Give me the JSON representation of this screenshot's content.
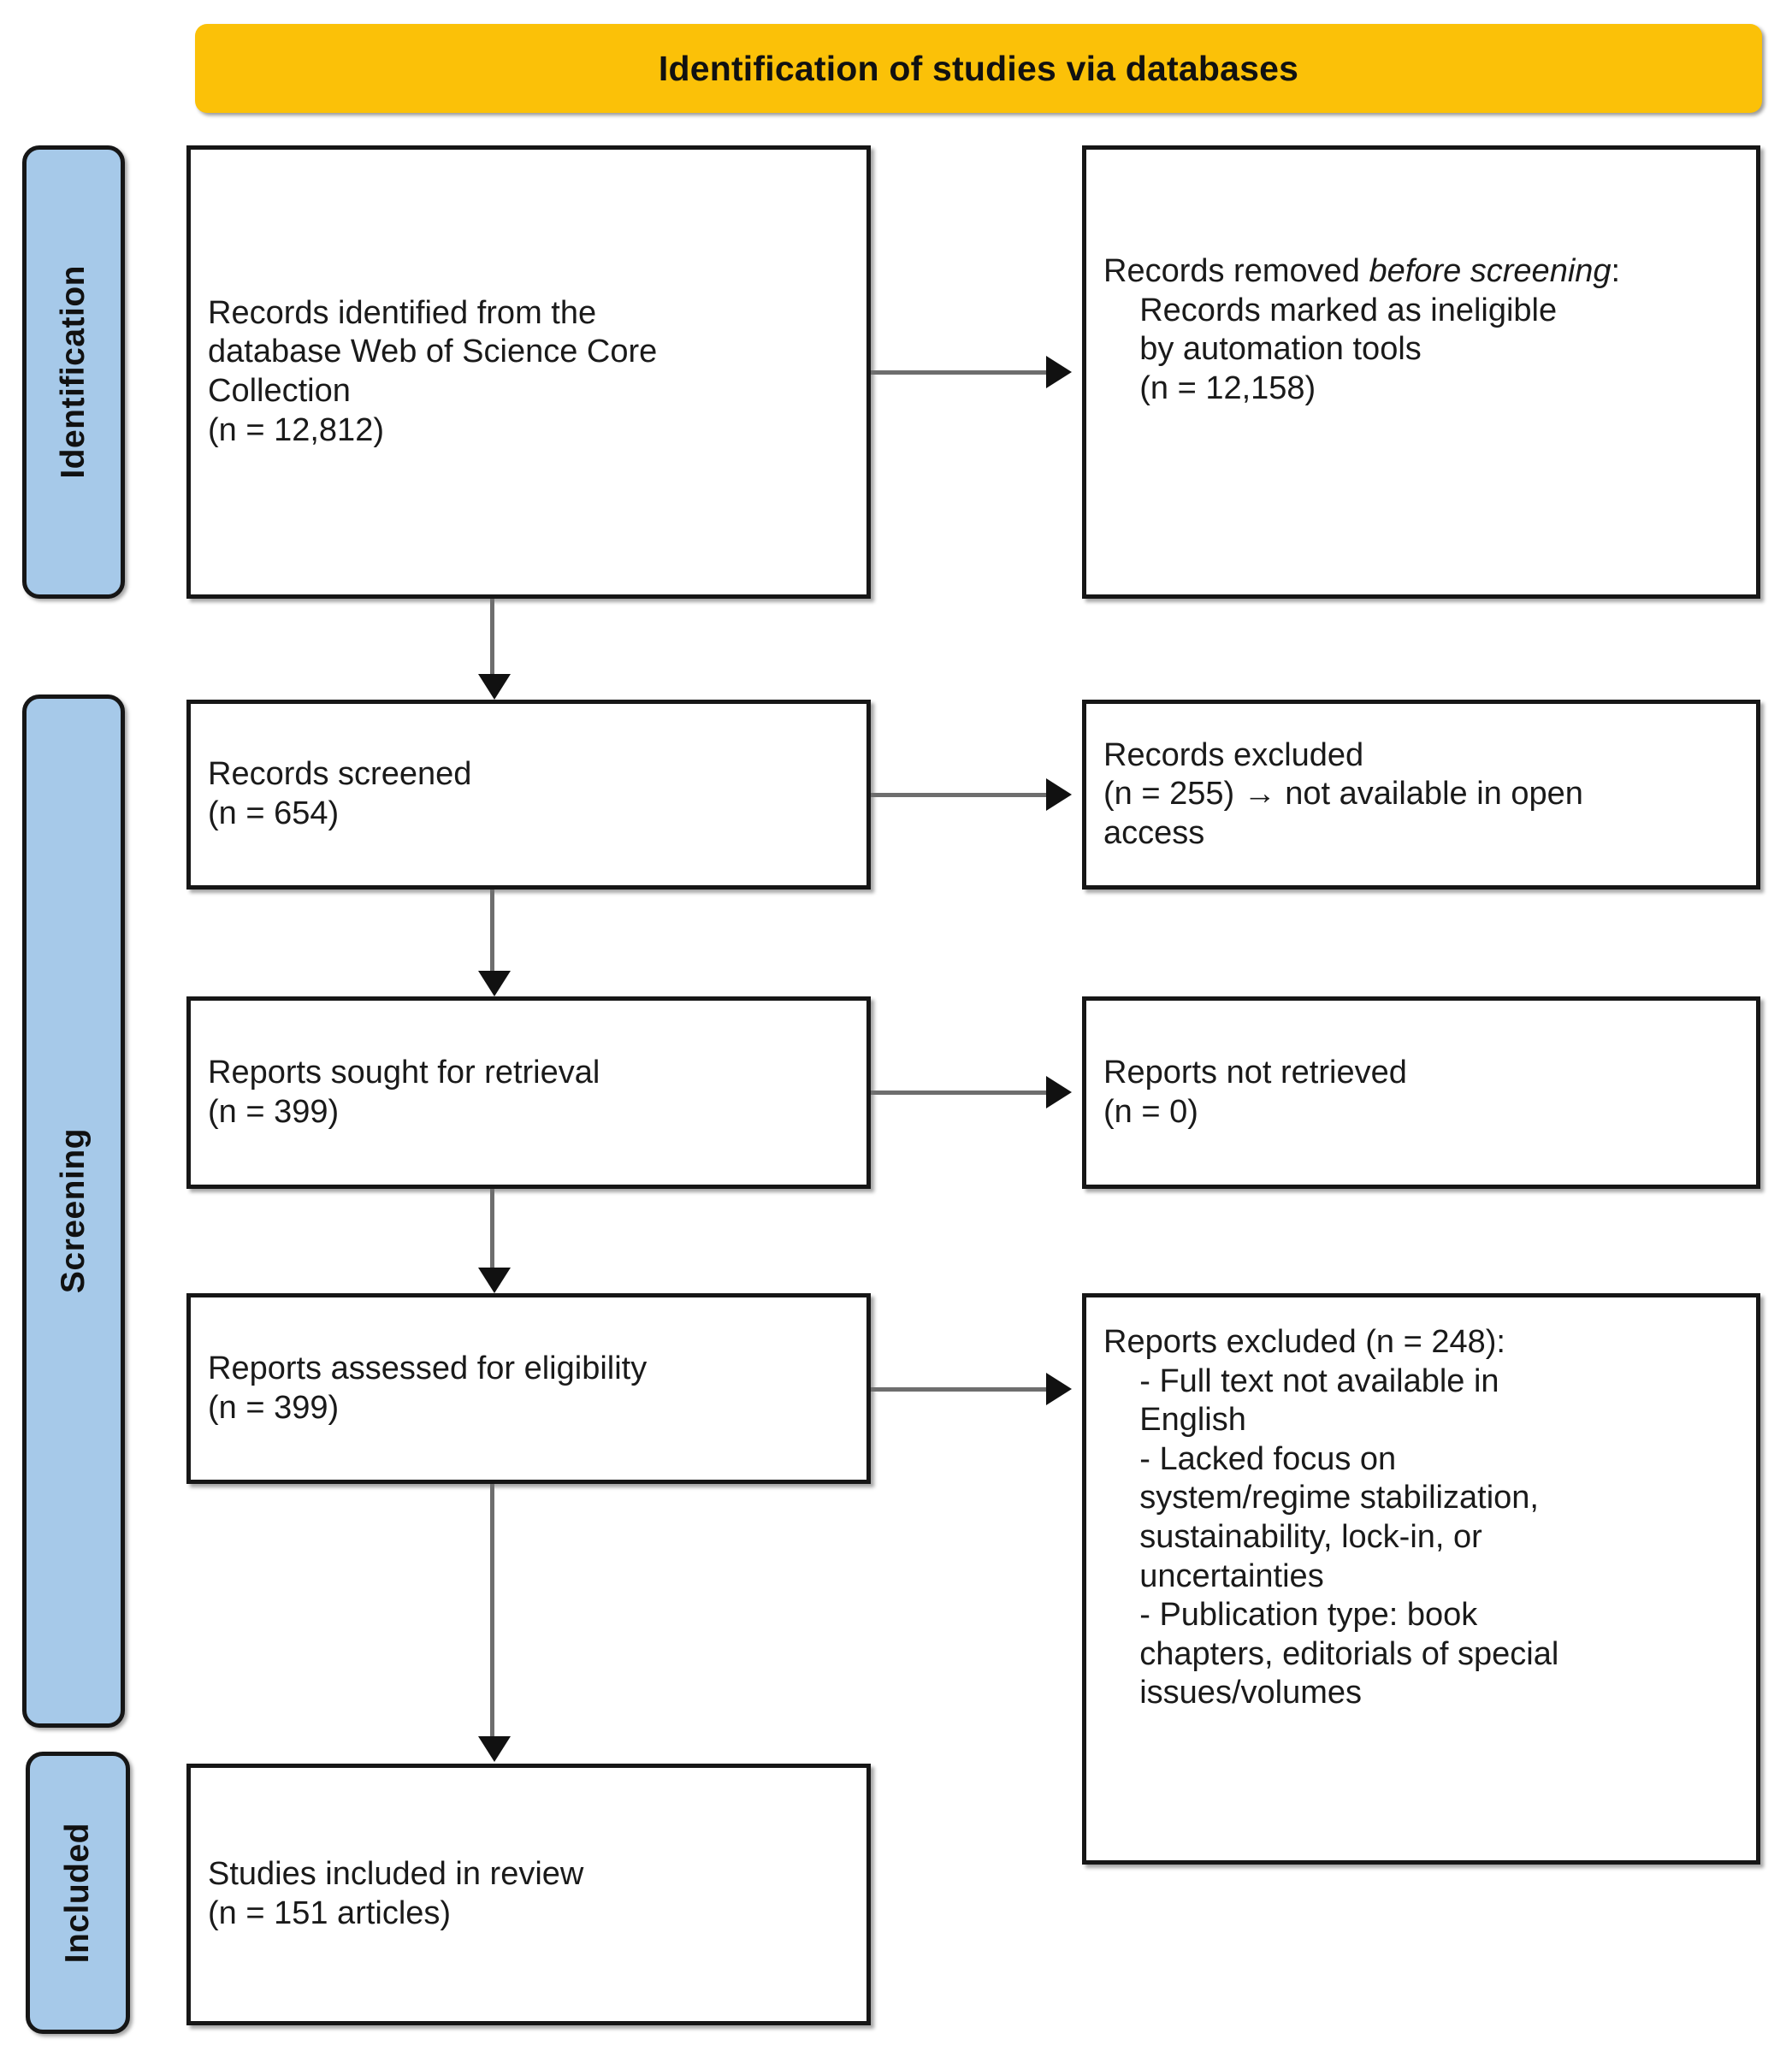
{
  "header": {
    "title": "Identification of studies via databases",
    "color": "#FBC108"
  },
  "stages": {
    "identification": "Identification",
    "screening": "Screening",
    "included": "Included",
    "color": "#A6C9E9"
  },
  "boxes": {
    "identified": {
      "line1": "Records identified from the",
      "line2": "database Web of Science Core",
      "line3": "Collection",
      "line4": "(n = 12,812)"
    },
    "removed": {
      "lead": "Records removed ",
      "italic": "before screening",
      "colon": ":",
      "item1": "    Records marked as ineligible",
      "item2": "    by automation tools",
      "item3": "    (n = 12,158)"
    },
    "screened": {
      "line1": "Records screened",
      "line2": "(n = 654)"
    },
    "excluded_screening": {
      "line1": "Records excluded",
      "line2": "(n = 255) → not available in open",
      "line3": "access"
    },
    "sought": {
      "line1": "Reports sought for retrieval",
      "line2": "(n = 399)"
    },
    "not_retrieved": {
      "line1": "Reports not retrieved",
      "line2": "(n = 0)"
    },
    "assessed": {
      "line1": "Reports assessed for eligibility",
      "line2": "(n = 399)"
    },
    "excluded_eligibility": {
      "line1": "Reports excluded (n = 248):",
      "line2": "    - Full text not available in",
      "line3": "    English",
      "line4": "    - Lacked focus on",
      "line5": "    system/regime stabilization,",
      "line6": "    sustainability, lock-in, or",
      "line7": "    uncertainties",
      "line8": "    - Publication type: book",
      "line9": "    chapters, editorials of special",
      "line10": "    issues/volumes"
    },
    "included": {
      "line1": "Studies included in review",
      "line2": "(n = 151 articles)"
    }
  },
  "chart_data": {
    "type": "diagram",
    "title": "PRISMA flow diagram — Identification of studies via databases",
    "nodes": [
      {
        "id": "identified",
        "stage": "Identification",
        "column": "left",
        "label": "Records identified from the database Web of Science Core Collection",
        "n": 12812
      },
      {
        "id": "removed",
        "stage": "Identification",
        "column": "right",
        "label": "Records removed before screening: Records marked as ineligible by automation tools",
        "n": 12158
      },
      {
        "id": "screened",
        "stage": "Screening",
        "column": "left",
        "label": "Records screened",
        "n": 654
      },
      {
        "id": "excluded_screening",
        "stage": "Screening",
        "column": "right",
        "label": "Records excluded → not available in open access",
        "n": 255
      },
      {
        "id": "sought",
        "stage": "Screening",
        "column": "left",
        "label": "Reports sought for retrieval",
        "n": 399
      },
      {
        "id": "not_retrieved",
        "stage": "Screening",
        "column": "right",
        "label": "Reports not retrieved",
        "n": 0
      },
      {
        "id": "assessed",
        "stage": "Screening",
        "column": "left",
        "label": "Reports assessed for eligibility",
        "n": 399
      },
      {
        "id": "excluded_eligibility",
        "stage": "Screening",
        "column": "right",
        "label": "Reports excluded",
        "n": 248
      },
      {
        "id": "included",
        "stage": "Included",
        "column": "left",
        "label": "Studies included in review",
        "n": 151
      }
    ],
    "edges": [
      {
        "from": "identified",
        "to": "removed",
        "direction": "right"
      },
      {
        "from": "identified",
        "to": "screened",
        "direction": "down"
      },
      {
        "from": "screened",
        "to": "excluded_screening",
        "direction": "right"
      },
      {
        "from": "screened",
        "to": "sought",
        "direction": "down"
      },
      {
        "from": "sought",
        "to": "not_retrieved",
        "direction": "right"
      },
      {
        "from": "sought",
        "to": "assessed",
        "direction": "down"
      },
      {
        "from": "assessed",
        "to": "excluded_eligibility",
        "direction": "right"
      },
      {
        "from": "assessed",
        "to": "included",
        "direction": "down"
      }
    ]
  }
}
